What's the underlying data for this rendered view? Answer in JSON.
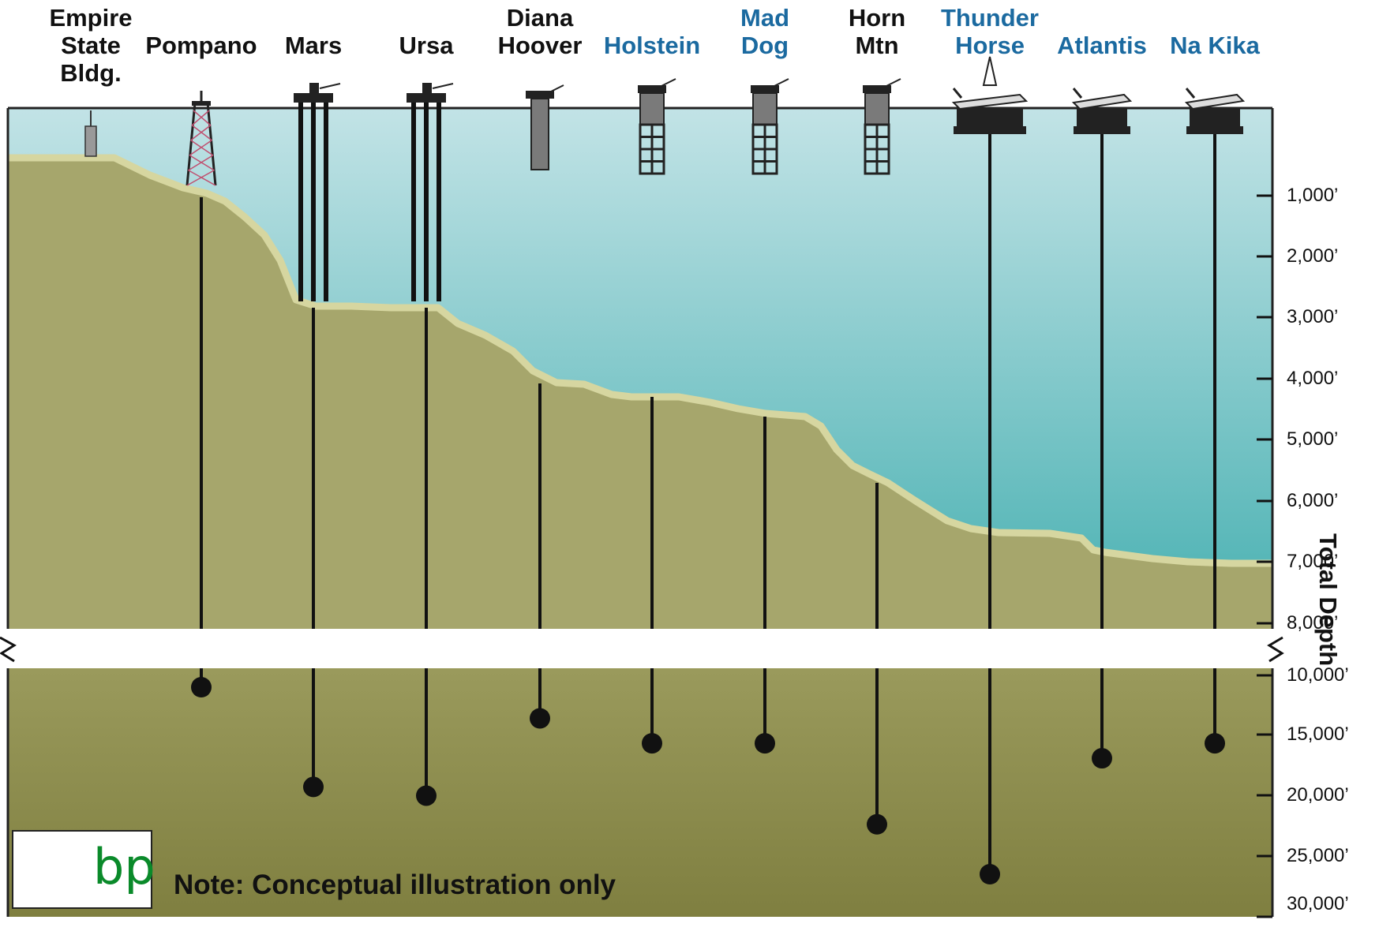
{
  "platforms": [
    {
      "name": "Empire\nState Bldg.",
      "color": "#111111",
      "type": "building"
    },
    {
      "name": "Pompano",
      "color": "#111111",
      "type": "tower",
      "total_depth": 10000
    },
    {
      "name": "Mars",
      "color": "#111111",
      "type": "tlp",
      "total_depth": 18000
    },
    {
      "name": "Ursa",
      "color": "#111111",
      "type": "tlp",
      "total_depth": 18700
    },
    {
      "name": "Diana\nHoover",
      "color": "#111111",
      "type": "spar",
      "total_depth": 12500
    },
    {
      "name": "Holstein",
      "color": "#1b6aa0",
      "type": "truss",
      "total_depth": 14500
    },
    {
      "name": "Mad\nDog",
      "color": "#1b6aa0",
      "type": "truss",
      "total_depth": 14500
    },
    {
      "name": "Horn\nMtn",
      "color": "#111111",
      "type": "truss",
      "total_depth": 21000
    },
    {
      "name": "Thunder\nHorse",
      "color": "#1b6aa0",
      "type": "semi",
      "total_depth": 25000
    },
    {
      "name": "Atlantis",
      "color": "#1b6aa0",
      "type": "semi",
      "total_depth": 15700
    },
    {
      "name": "Na Kika",
      "color": "#1b6aa0",
      "type": "semi",
      "total_depth": 14500
    }
  ],
  "axis": {
    "title": "Total Depth",
    "upper_ticks": [
      "1,000’",
      "2,000’",
      "3,000’",
      "4,000’",
      "5,000’",
      "6,000’",
      "7,000’",
      "8,000’"
    ],
    "lower_ticks": [
      "10,000’",
      "15,000’",
      "20,000’",
      "25,000’",
      "30,000’"
    ]
  },
  "note": "Note: Conceptual illustration only",
  "logo": {
    "text": "bp"
  },
  "colors": {
    "water_top": "#bfe1e4",
    "water_bottom": "#4eb3b4",
    "seabed": "#a6a66c",
    "seabed_deep": "#8a8a4a",
    "seabed_edge": "#d8d8a0",
    "blue_label": "#1b6aa0"
  }
}
